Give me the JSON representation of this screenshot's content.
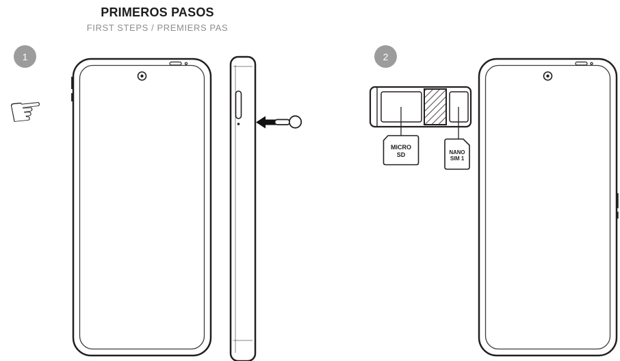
{
  "header": {
    "title": "PRIMEROS PASOS",
    "subtitle": "FIRST STEPS / PREMIERS PAS"
  },
  "steps": {
    "step1": "1",
    "step2": "2"
  },
  "labels": {
    "micro_sd": {
      "line1": "MICRO",
      "line2": "SD"
    },
    "nano_sim": {
      "line1": "NANO",
      "line2": "SIM 1"
    }
  },
  "icons": {
    "pointing_hand": "☞"
  },
  "colors": {
    "line": "#231f20",
    "step_badge": "#9c9c9c",
    "subtitle_gray": "#8d8d8d"
  }
}
